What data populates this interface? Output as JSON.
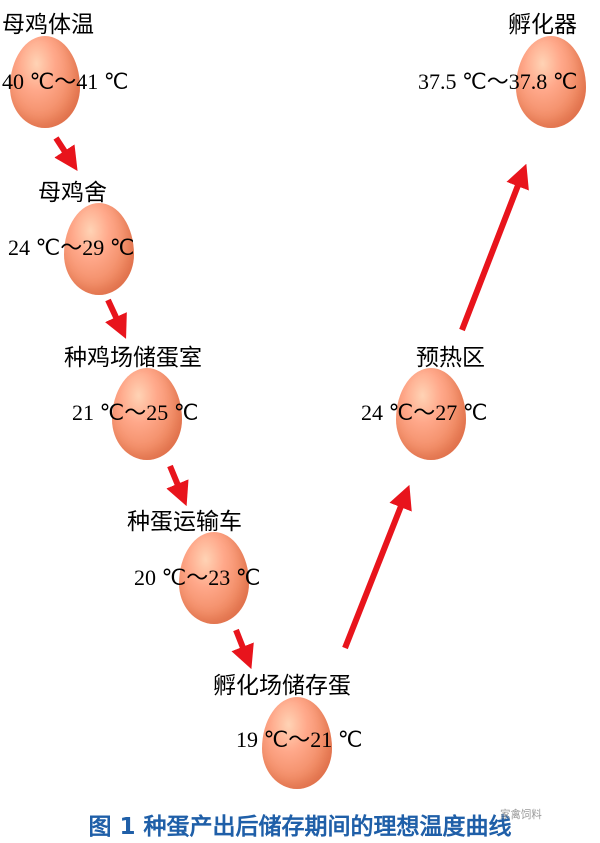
{
  "diagram": {
    "caption": "图 1  种蛋产出后储存期间的理想温度曲线",
    "watermark": "家禽饲料",
    "stages": [
      {
        "label": "母鸡体温",
        "temp": "40 ℃～41 ℃"
      },
      {
        "label": "母鸡舍",
        "temp": "24 ℃～29 ℃"
      },
      {
        "label": "种鸡场储蛋室",
        "temp": "21 ℃～25 ℃"
      },
      {
        "label": "种蛋运输车",
        "temp": "20 ℃～23 ℃"
      },
      {
        "label": "孵化场储存蛋",
        "temp": "19 ℃～21 ℃"
      },
      {
        "label": "预热区",
        "temp": "24 ℃～27 ℃"
      },
      {
        "label": "孵化器",
        "temp": "37.5 ℃～37.8 ℃"
      }
    ],
    "colors": {
      "arrow": "#e8141c",
      "caption": "#1f5fa8",
      "egg": "#f08a63"
    }
  }
}
